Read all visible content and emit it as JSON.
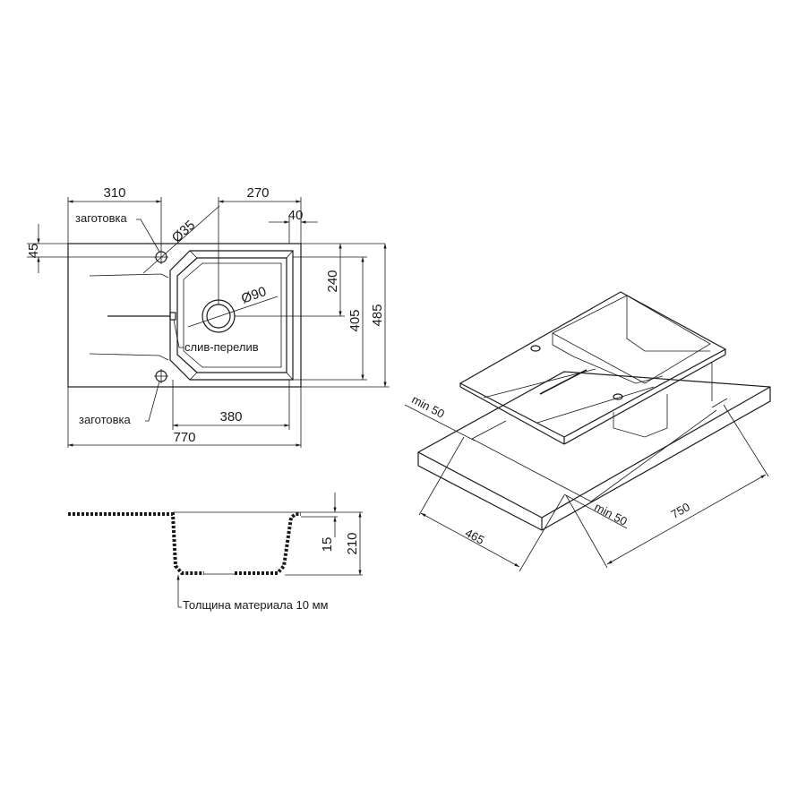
{
  "top_view": {
    "dimensions": {
      "width_drainer": "310",
      "width_bowl_top": "270",
      "offset_right": "40",
      "offset_top": "45",
      "tap_hole_diameter": "Ø35",
      "drain_diameter": "Ø90",
      "drain_to_top": "240",
      "bowl_depth": "405",
      "overall_depth": "485",
      "bowl_width": "380",
      "overall_width": "770"
    },
    "labels": {
      "blank_top": "заготовка",
      "blank_bottom": "заготовка",
      "overflow": "слив-перелив"
    }
  },
  "section_view": {
    "dimensions": {
      "rim_height": "15",
      "total_height": "210"
    },
    "labels": {
      "material_thickness": "Толщина материала 10 мм"
    }
  },
  "iso_view": {
    "dimensions": {
      "min_clearance_left": "min 50",
      "min_clearance_right": "min 50",
      "cutout_depth": "465",
      "cutout_width": "750"
    }
  },
  "colors": {
    "line": "#1a1a1a",
    "background": "#ffffff"
  }
}
